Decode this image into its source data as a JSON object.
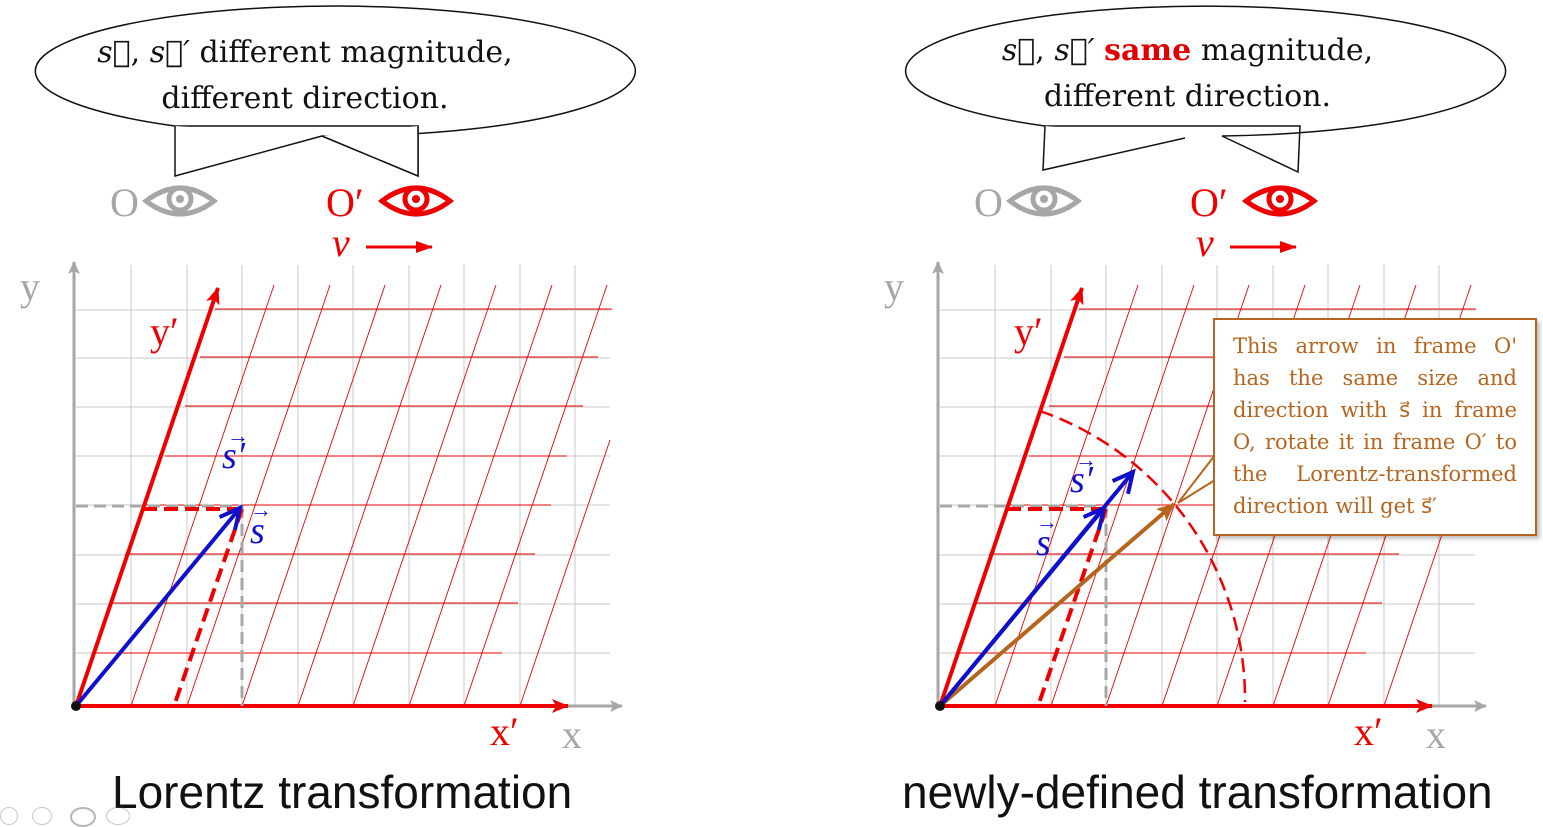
{
  "colors": {
    "red": "#ee0000",
    "blue": "#1010cc",
    "gray": "#a6a6a6",
    "brown": "#b5651d"
  },
  "left_panel": {
    "bubble_vec_s": "s",
    "bubble_vec_s_prime": "s′",
    "bubble_line1_rest": "different magnitude,",
    "bubble_line2": "different direction.",
    "observer_o": "O",
    "observer_o_prime": "O′",
    "velocity": "v",
    "axis_x": "x",
    "axis_y": "y",
    "axis_x_prime": "x′",
    "axis_y_prime": "y′",
    "vector_s": "s",
    "vector_s_prime": "s′",
    "caption": "Lorentz transformation"
  },
  "right_panel": {
    "bubble_vec_s": "s",
    "bubble_vec_s_prime": "s′",
    "bubble_same": "same",
    "bubble_line1_rest": "magnitude,",
    "bubble_line2": "different direction.",
    "observer_o": "O",
    "observer_o_prime": "O′",
    "velocity": "v",
    "axis_x": "x",
    "axis_y": "y",
    "axis_x_prime": "x′",
    "axis_y_prime": "y′",
    "vector_s": "s",
    "vector_s_prime": "s′",
    "callout_text": "This arrow in frame O' has the same size and direction with s⃗ in frame O, rotate it in frame O′ to the Lorentz-transformed direction will get s⃗′",
    "caption": "newly-defined transformation"
  },
  "icons": [
    "eye-icon-gray",
    "eye-icon-red",
    "right-arrow-icon"
  ]
}
